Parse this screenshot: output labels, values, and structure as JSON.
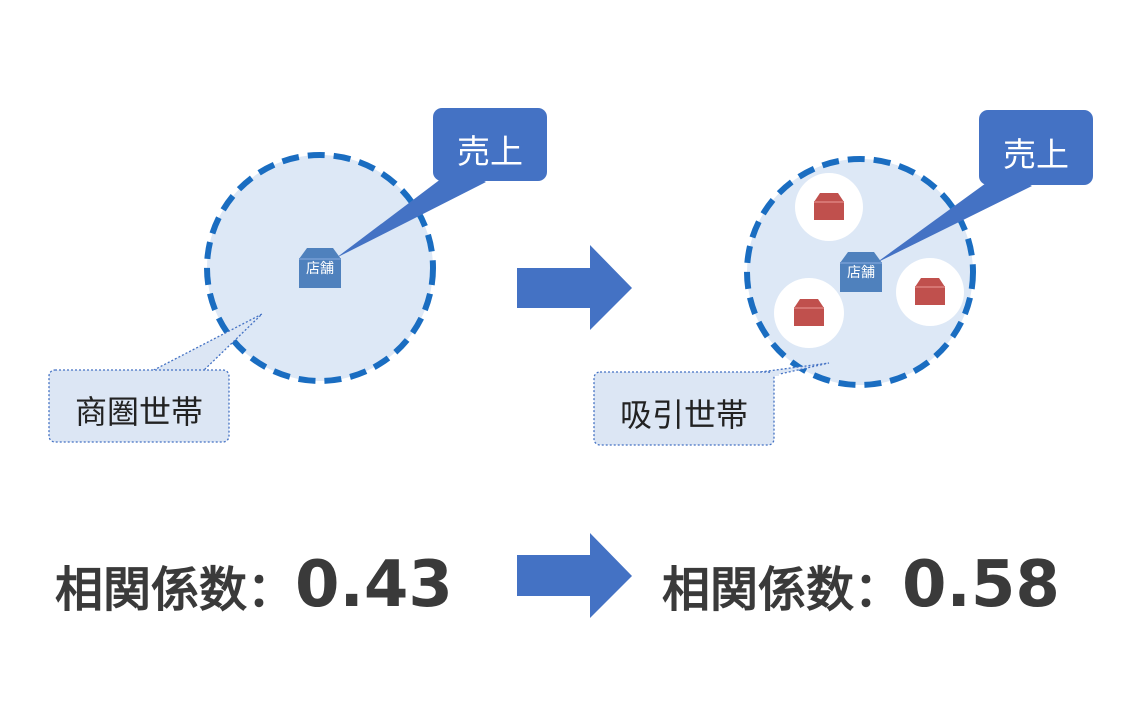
{
  "colors": {
    "circle_fill": "#dde8f6",
    "circle_border": "#1a6dc1",
    "accent_blue": "#4472c4",
    "store_icon": "#4f81bd",
    "competitor_icon": "#c0504d",
    "bubble_fill": "#dce6f4",
    "text_dark": "#3a3a3a"
  },
  "left": {
    "store_label": "店舗",
    "sales_label": "売上",
    "area_label": "商圏世帯",
    "coefficient_label": "相関係数：",
    "coefficient_value": "0.43"
  },
  "right": {
    "store_label": "店舗",
    "sales_label": "売上",
    "area_label": "吸引世帯",
    "coefficient_label": "相関係数：",
    "coefficient_value": "0.58",
    "competitor_count": 3
  },
  "icons": {
    "store": "store-icon",
    "competitor": "competitor-store-icon",
    "arrow": "right-arrow-icon"
  }
}
